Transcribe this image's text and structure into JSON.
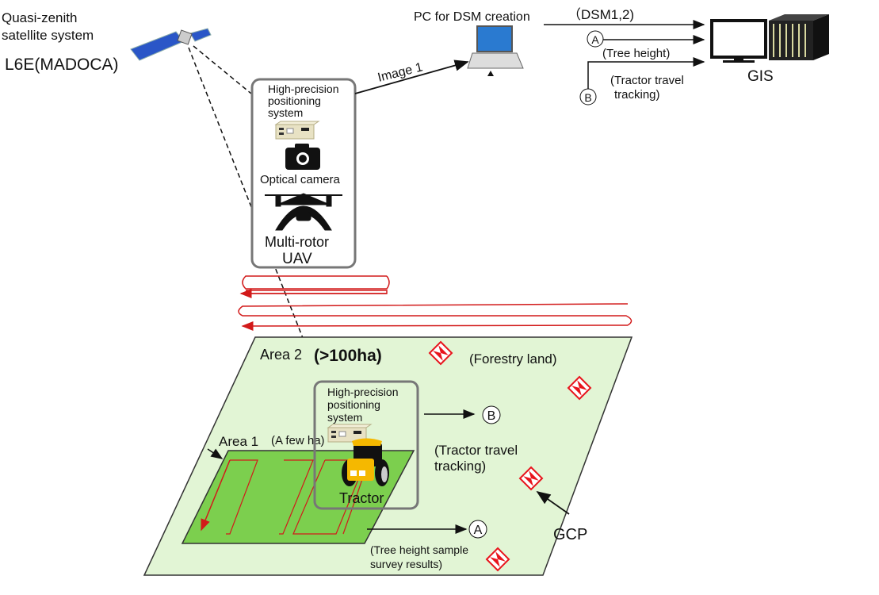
{
  "satellite": {
    "line1": "Quasi-zenith",
    "line2": "satellite system",
    "signal": "L6E(MADOCA)"
  },
  "pc": {
    "label": "PC for DSM creation",
    "image_label": "Image 1"
  },
  "gis": {
    "label": "GIS",
    "dsm": "（DSM1,2)",
    "tree_height": "(Tree height)",
    "tractor1": "(Tractor travel",
    "tractor2": "tracking)",
    "marker_a": "A",
    "marker_b": "B"
  },
  "uav_box": {
    "pos1": "High-precision",
    "pos2": "positioning",
    "pos3": "system",
    "camera": "Optical camera",
    "uav1": "Multi-rotor",
    "uav2": "UAV"
  },
  "field": {
    "area2": "Area 2",
    "area2_size": "(>100ha)",
    "forestry": "(Forestry land)",
    "area1": "Area 1",
    "area1_size": "(A few ha)",
    "tractor_box": {
      "pos1": "High-precision",
      "pos2": "positioning",
      "pos3": "system",
      "tractor": "Tractor"
    },
    "marker_b": "B",
    "tracking1": "(Tractor travel",
    "tracking2": "tracking)",
    "marker_a": "A",
    "survey1": "(Tree height sample",
    "survey2": "survey results)",
    "gcp": "GCP"
  },
  "colors": {
    "forest": "#e2f5d5",
    "area1": "#7ccf4e",
    "track": "#d21a1a",
    "gcp": "#e8141c",
    "tractor": "#f5b800"
  }
}
